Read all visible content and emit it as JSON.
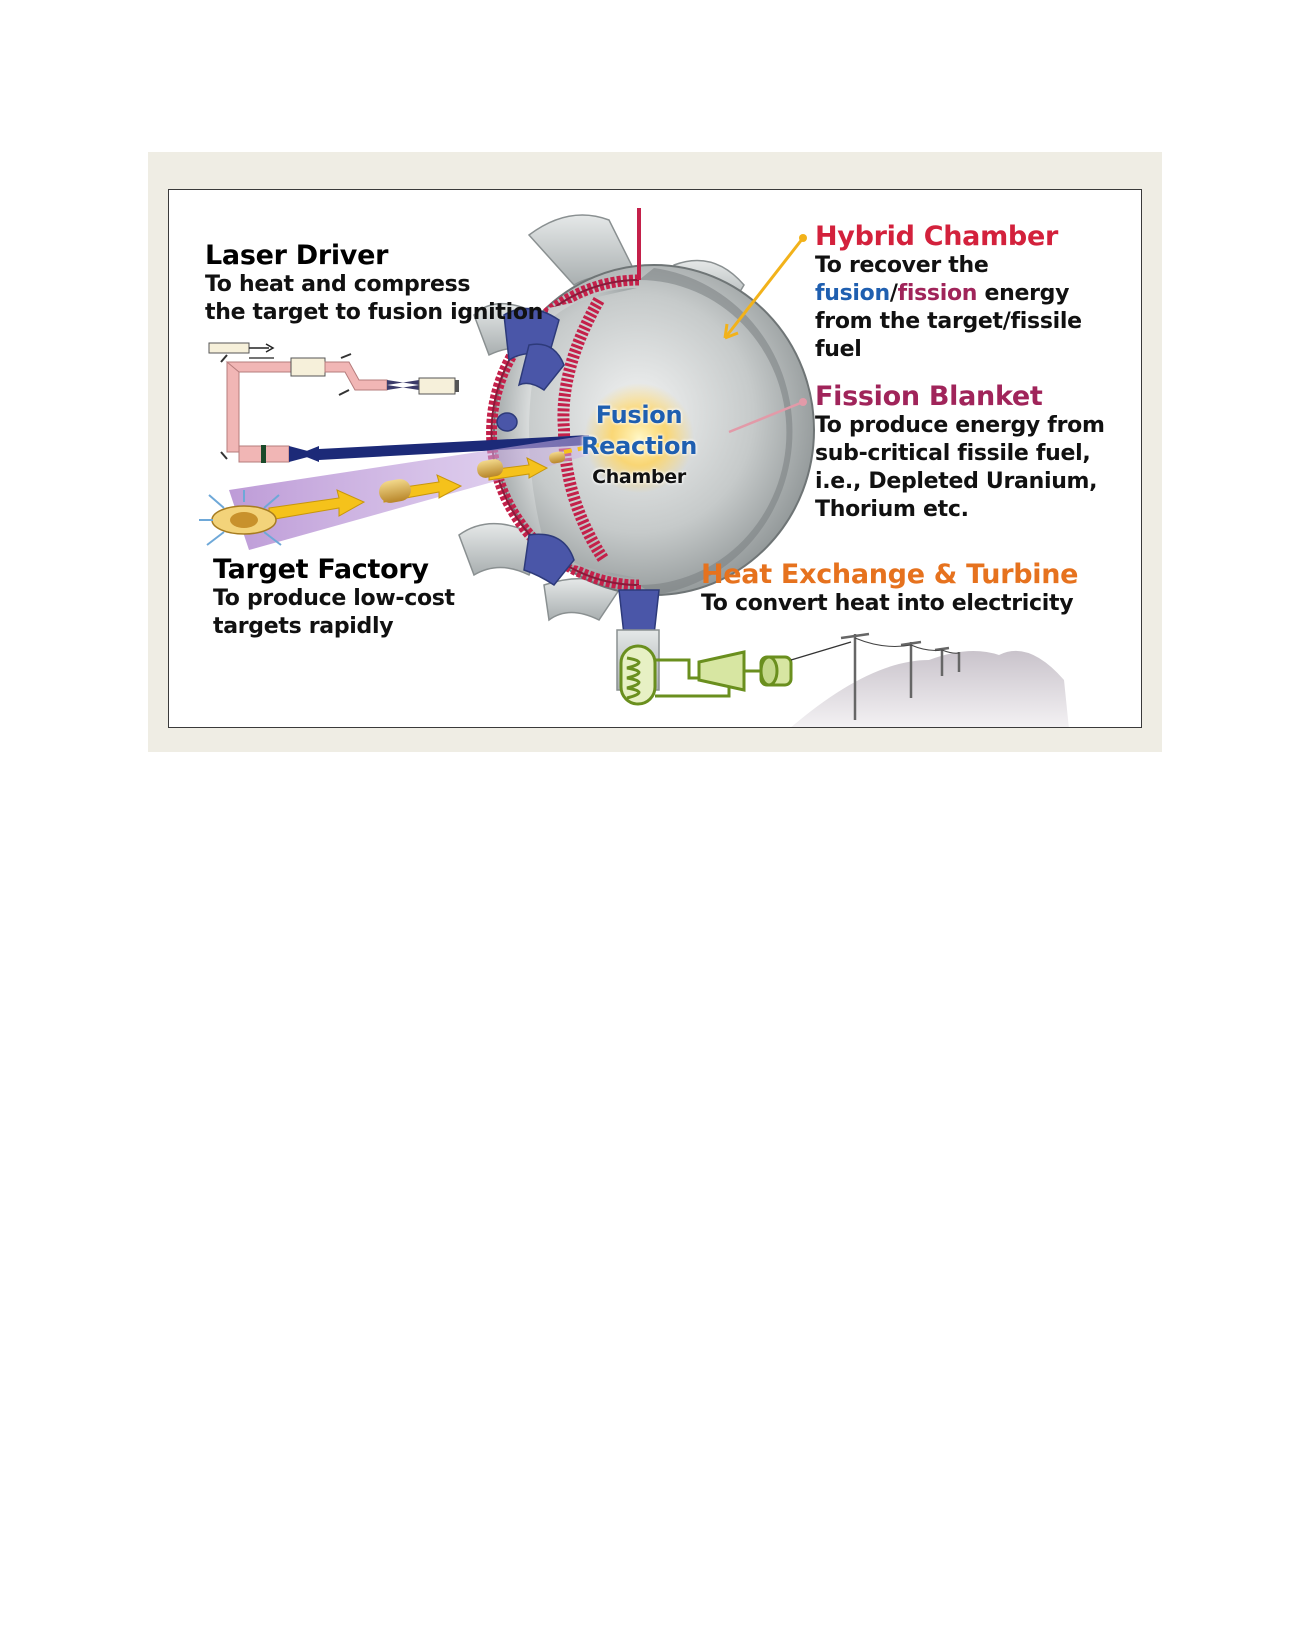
{
  "laser_driver": {
    "title": "Laser Driver",
    "line1": "To heat and compress",
    "line2": "the target to fusion ignition"
  },
  "target_factory": {
    "title": "Target Factory",
    "line1": "To produce low-cost",
    "line2": "targets rapidly"
  },
  "hybrid_chamber": {
    "title": "Hybrid Chamber",
    "line1": "To recover the",
    "word_fusion": "fusion",
    "slash": "/",
    "word_fission": "fission",
    "word_energy": " energy",
    "line3": "from the target/fissile",
    "line4": "fuel"
  },
  "fission_blanket": {
    "title": "Fission Blanket",
    "line1": "To produce energy from",
    "line2": "sub-critical fissile fuel,",
    "line3": "i.e., Depleted Uranium,",
    "line4": "Thorium etc."
  },
  "heat_exchange": {
    "title": "Heat Exchange & Turbine",
    "line1": "To convert heat into electricity"
  },
  "reaction_center": {
    "fusion": "Fusion",
    "reaction": "Reaction",
    "chamber": "Chamber"
  },
  "colors": {
    "hybrid": "#d3213c",
    "fission": "#a0245a",
    "heat": "#e6721e",
    "fusion_blue": "#1f5fb0",
    "laser_beam": "#1c2a78",
    "blanket": "#c4204a",
    "background": "#efede4"
  }
}
